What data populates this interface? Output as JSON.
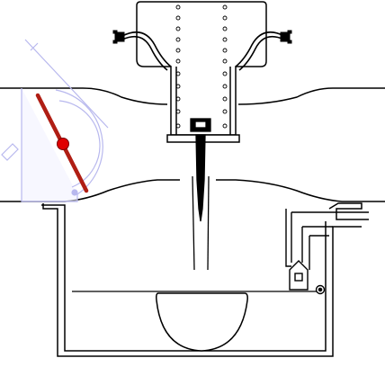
{
  "diagram": {
    "kind": "carburetor-cross-section",
    "labels": [],
    "colors": {
      "outline": "#000000",
      "background": "#ffffff",
      "choke_plate": "#b01e14",
      "choke_pivot": "#e00000",
      "choke_guide": "#b8b8ee",
      "choke_guide_fill": "#f1f1ff"
    },
    "components": [
      {
        "id": "air-horn",
        "icon": "venturi-tube"
      },
      {
        "id": "choke-valve",
        "icon": "butterfly-valve",
        "state": "partially-open"
      },
      {
        "id": "fuel-bowl",
        "icon": "float-chamber"
      },
      {
        "id": "float",
        "icon": "half-disc-float"
      },
      {
        "id": "needle-jet",
        "icon": "needle"
      },
      {
        "id": "slide-chamber",
        "icon": "vacuum-slide"
      },
      {
        "id": "float-needle-valve",
        "icon": "inlet-valve"
      },
      {
        "id": "fuel-inlet",
        "icon": "pipe-fitting"
      }
    ]
  }
}
